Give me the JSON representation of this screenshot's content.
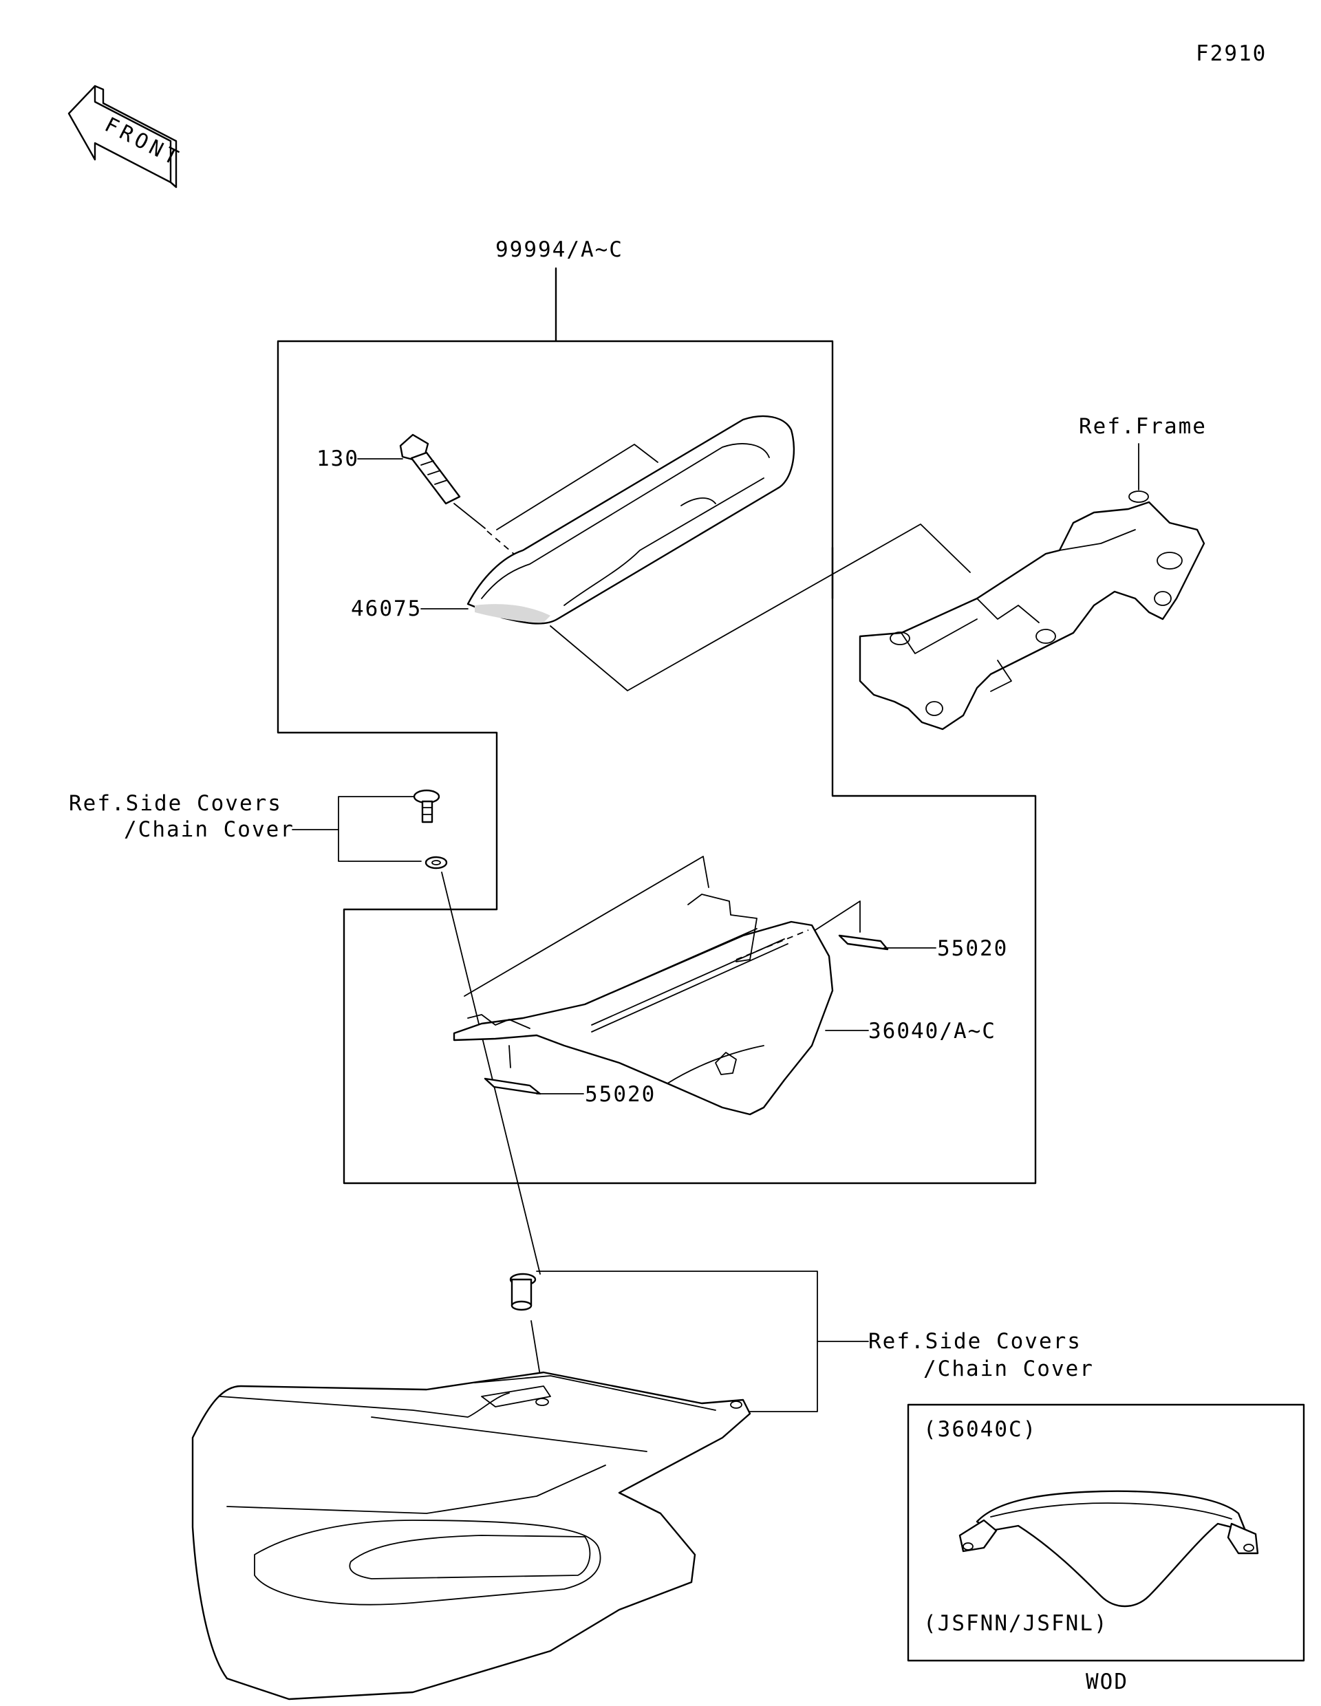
{
  "diagram": {
    "figure_code": "F2910",
    "front_arrow": "FRONT",
    "callouts": {
      "kit": "99994/A~C",
      "bolt": "130",
      "grab_rail": "46075",
      "ref_frame": "Ref.Frame",
      "ref_side_covers_top_line1": "Ref.Side Covers",
      "ref_side_covers_top_line2": "/Chain Cover",
      "label_upper": "55020",
      "seat_cover": "36040/A~C",
      "label_lower": "55020",
      "ref_side_covers_bottom_line1": "Ref.Side Covers",
      "ref_side_covers_bottom_line2": "/Chain Cover"
    },
    "inset": {
      "part_code": "(36040C)",
      "models": "(JSFNN/JSFNL)"
    },
    "footer": "WOD"
  }
}
